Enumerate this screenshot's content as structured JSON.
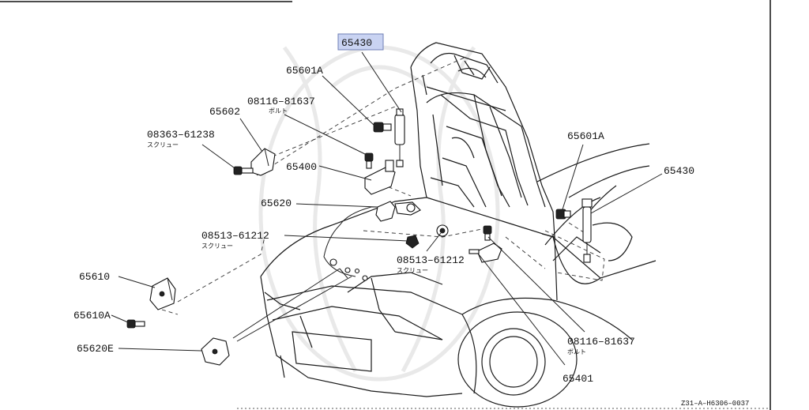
{
  "parts": {
    "p65430_top": "65430",
    "p65601A_left": "65601A",
    "p08116_top": "08116–81637",
    "p08116_top_note": "ボルト",
    "p65602": "65602",
    "p08363": "08363–61238",
    "p08363_note": "スクリュー",
    "p65400": "65400",
    "p65620": "65620",
    "p08513_left": "08513–61212",
    "p08513_left_note": "スクリュー",
    "p08513_mid": "08513–61212",
    "p08513_mid_note": "スクリュー",
    "p65601A_right": "65601A",
    "p65430_right": "65430",
    "p65610": "65610",
    "p65610A": "65610A",
    "p65620E": "65620E",
    "p08116_bottom": "08116–81637",
    "p08116_bottom_note": "ボルト",
    "p65401": "65401"
  },
  "highlight": {
    "part": "65430",
    "color": "#c9d3f2",
    "border": "#6f7fb5"
  },
  "reference_code": "Z31–A–H6306–0037"
}
